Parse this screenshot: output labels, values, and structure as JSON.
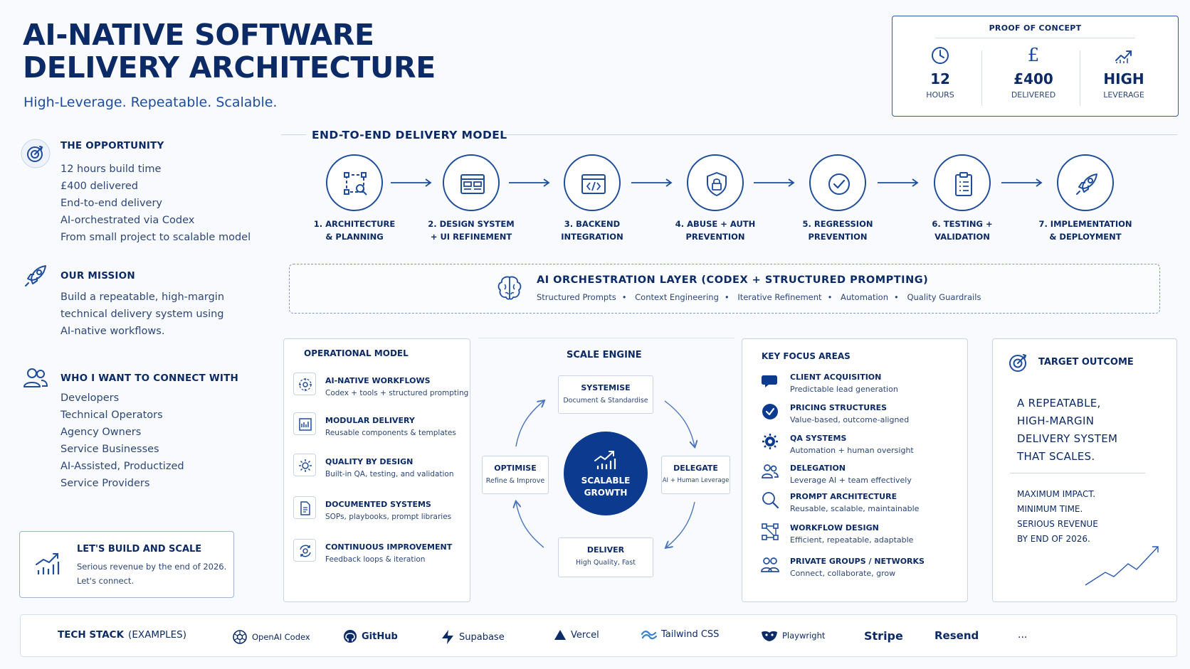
{
  "header": {
    "title_line1": "AI-NATIVE SOFTWARE",
    "title_line2": "DELIVERY ARCHITECTURE",
    "subtitle": "High-Leverage. Repeatable. Scalable."
  },
  "proof_of_concept": {
    "title": "PROOF OF CONCEPT",
    "stats": [
      {
        "icon": "clock-icon",
        "value": "12",
        "label": "HOURS"
      },
      {
        "icon": "pound-icon",
        "value": "£400",
        "label": "DELIVERED"
      },
      {
        "icon": "trend-up-icon",
        "value": "HIGH",
        "label": "LEVERAGE"
      }
    ]
  },
  "opportunity": {
    "title": "THE OPPORTUNITY",
    "items": [
      "12 hours build time",
      "£400 delivered",
      "End-to-end delivery",
      "AI-orchestrated via Codex",
      "From small project to scalable model"
    ]
  },
  "mission": {
    "title": "OUR MISSION",
    "lines": [
      "Build a repeatable, high-margin",
      "technical delivery system using",
      "AI-native workflows."
    ]
  },
  "connect": {
    "title": "WHO I WANT TO CONNECT WITH",
    "items": [
      "Developers",
      "Technical Operators",
      "Agency Owners",
      "Service Businesses",
      "AI-Assisted, Productized",
      "Service Providers"
    ]
  },
  "cta": {
    "title": "LET'S BUILD AND SCALE",
    "line1": "Serious revenue by the end of 2026.",
    "line2": "Let's connect."
  },
  "delivery_model": {
    "title": "END-TO-END DELIVERY MODEL",
    "steps": [
      {
        "line1": "1. ARCHITECTURE",
        "line2": "& PLANNING",
        "icon": "architecture-icon"
      },
      {
        "line1": "2. DESIGN SYSTEM",
        "line2": "+ UI REFINEMENT",
        "icon": "layout-icon"
      },
      {
        "line1": "3. BACKEND",
        "line2": "INTEGRATION",
        "icon": "code-window-icon"
      },
      {
        "line1": "4. ABUSE + AUTH",
        "line2": "PREVENTION",
        "icon": "shield-lock-icon"
      },
      {
        "line1": "5. REGRESSION",
        "line2": "PREVENTION",
        "icon": "check-circle-icon"
      },
      {
        "line1": "6. TESTING +",
        "line2": "VALIDATION",
        "icon": "clipboard-icon"
      },
      {
        "line1": "7. IMPLEMENTATION",
        "line2": "& DEPLOYMENT",
        "icon": "rocket-icon"
      }
    ]
  },
  "orchestration": {
    "title": "AI ORCHESTRATION LAYER (CODEX + STRUCTURED PROMPTING)",
    "items": [
      "Structured Prompts",
      "Context Engineering",
      "Iterative Refinement",
      "Automation",
      "Quality Guardrails"
    ]
  },
  "operational_model": {
    "title": "OPERATIONAL MODEL",
    "items": [
      {
        "title": "AI-NATIVE WORKFLOWS",
        "sub": "Codex + tools + structured prompting",
        "icon": "network-icon"
      },
      {
        "title": "MODULAR DELIVERY",
        "sub": "Reusable components & templates",
        "icon": "modules-icon"
      },
      {
        "title": "QUALITY BY DESIGN",
        "sub": "Built-in QA, testing, and validation",
        "icon": "gear-icon"
      },
      {
        "title": "DOCUMENTED SYSTEMS",
        "sub": "SOPs, playbooks, prompt libraries",
        "icon": "document-icon"
      },
      {
        "title": "CONTINUOUS IMPROVEMENT",
        "sub": "Feedback loops & iteration",
        "icon": "cycle-gear-icon"
      }
    ]
  },
  "scale_engine": {
    "title": "SCALE ENGINE",
    "center_line1": "SCALABLE",
    "center_line2": "GROWTH",
    "systemise": {
      "title": "SYSTEMISE",
      "sub": "Document & Standardise"
    },
    "delegate": {
      "title": "DELEGATE",
      "sub": "AI + Human Leverage"
    },
    "deliver": {
      "title": "DELIVER",
      "sub": "High Quality, Fast"
    },
    "optimise": {
      "title": "OPTIMISE",
      "sub": "Refine & Improve"
    }
  },
  "key_focus": {
    "title": "KEY FOCUS AREAS",
    "items": [
      {
        "title": "CLIENT ACQUISITION",
        "sub": "Predictable lead generation",
        "icon": "chat-icon"
      },
      {
        "title": "PRICING STRUCTURES",
        "sub": "Value-based, outcome-aligned",
        "icon": "check-badge-icon"
      },
      {
        "title": "QA SYSTEMS",
        "sub": "Automation + human oversight",
        "icon": "qa-gear-icon"
      },
      {
        "title": "DELEGATION",
        "sub": "Leverage AI + team effectively",
        "icon": "people-icon"
      },
      {
        "title": "PROMPT ARCHITECTURE",
        "sub": "Reusable, scalable, maintainable",
        "icon": "search-icon"
      },
      {
        "title": "WORKFLOW DESIGN",
        "sub": "Efficient, repeatable, adaptable",
        "icon": "workflow-icon"
      },
      {
        "title": "PRIVATE GROUPS / NETWORKS",
        "sub": "Connect, collaborate, grow",
        "icon": "group-icon"
      }
    ]
  },
  "target_outcome": {
    "title": "TARGET OUTCOME",
    "lines": [
      "A REPEATABLE,",
      "HIGH-MARGIN",
      "DELIVERY SYSTEM",
      "THAT SCALES."
    ],
    "sub_lines": [
      "MAXIMUM IMPACT.",
      "MINIMUM TIME.",
      "SERIOUS REVENUE",
      "BY END OF 2026."
    ]
  },
  "tech_stack": {
    "label": "TECH STACK",
    "label_suffix": "(EXAMPLES)",
    "items": [
      "OpenAI Codex",
      "GitHub",
      "Supabase",
      "Vercel",
      "Tailwind CSS",
      "Playwright",
      "Stripe",
      "Resend",
      "..."
    ]
  }
}
